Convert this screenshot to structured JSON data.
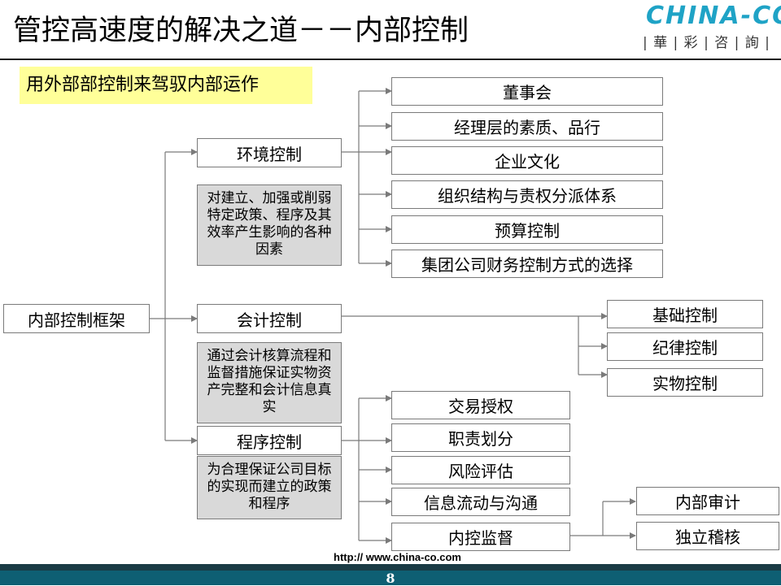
{
  "title": "管控高速度的解决之道－－内部控制",
  "logo": {
    "word": "CHINA-CO",
    "sub": "| 華 | 彩 | 咨 | 詢 |"
  },
  "subtitle": "用外部部控制来驾驭内部运作",
  "root": "内部控制框架",
  "branches": {
    "environment": {
      "label": "环境控制",
      "note": "对建立、加强或削弱特定政策、程序及其效率产生影响的各种因素",
      "items": [
        "董事会",
        "经理层的素质、品行",
        "企业文化",
        "组织结构与责权分派体系",
        "预算控制",
        "集团公司财务控制方式的选择"
      ]
    },
    "accounting": {
      "label": "会计控制",
      "note": "通过会计核算流程和监督措施保证实物资产完整和会计信息真实",
      "items": [
        "基础控制",
        "纪律控制",
        "实物控制"
      ]
    },
    "procedure": {
      "label": "程序控制",
      "note": "为合理保证公司目标的实现而建立的政策和程序",
      "items": [
        "交易授权",
        "职责划分",
        "风险评估",
        "信息流动与沟通",
        "内控监督"
      ],
      "monitor_items": [
        "内部审计",
        "独立稽核"
      ]
    }
  },
  "footer": {
    "url": "http:// www.china-co.com",
    "page": "8"
  }
}
